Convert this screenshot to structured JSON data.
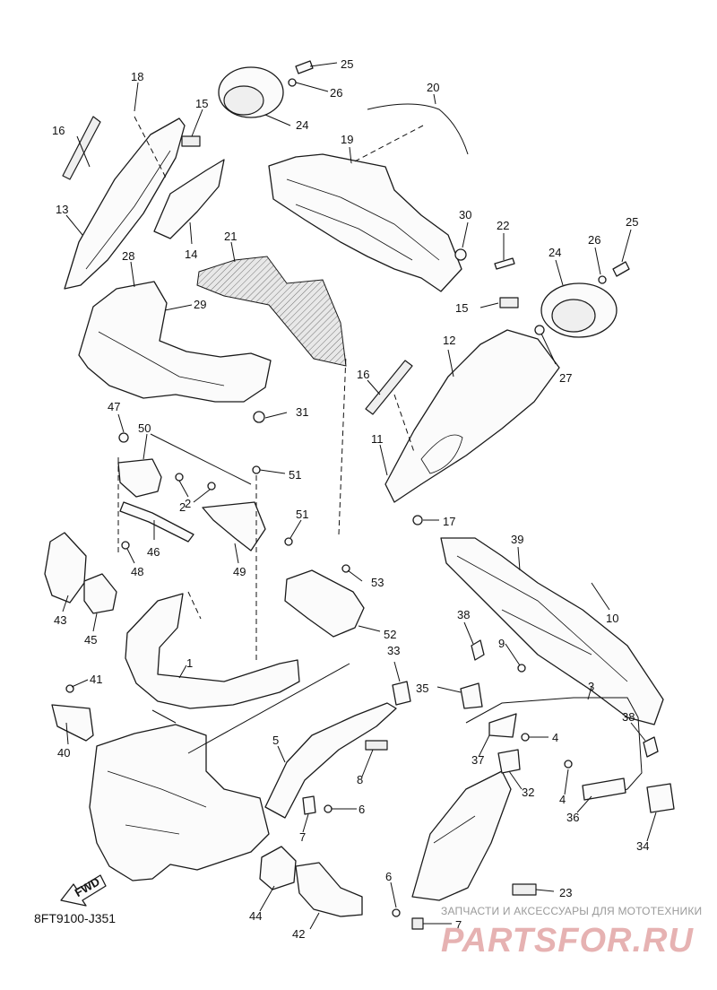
{
  "diagram": {
    "drawing_code": "8FT9100-J351",
    "fwd_label": "FWD",
    "watermark_line1": "ЗАПЧАСТИ И АКСЕССУАРЫ ДЛЯ МОТОТЕХНИКИ",
    "watermark_logo": "PARTSFOR.RU"
  },
  "callouts": [
    {
      "id": "c1",
      "text": "1"
    },
    {
      "id": "c2a",
      "text": "2"
    },
    {
      "id": "c2b",
      "text": "2"
    },
    {
      "id": "c3",
      "text": "3"
    },
    {
      "id": "c4a",
      "text": "4"
    },
    {
      "id": "c4b",
      "text": "4"
    },
    {
      "id": "c5",
      "text": "5"
    },
    {
      "id": "c6a",
      "text": "6"
    },
    {
      "id": "c6b",
      "text": "6"
    },
    {
      "id": "c7a",
      "text": "7"
    },
    {
      "id": "c7b",
      "text": "7"
    },
    {
      "id": "c8",
      "text": "8"
    },
    {
      "id": "c9",
      "text": "9"
    },
    {
      "id": "c10",
      "text": "10"
    },
    {
      "id": "c11",
      "text": "11"
    },
    {
      "id": "c12",
      "text": "12"
    },
    {
      "id": "c13",
      "text": "13"
    },
    {
      "id": "c14",
      "text": "14"
    },
    {
      "id": "c15a",
      "text": "15"
    },
    {
      "id": "c15b",
      "text": "15"
    },
    {
      "id": "c16a",
      "text": "16"
    },
    {
      "id": "c16b",
      "text": "16"
    },
    {
      "id": "c17",
      "text": "17"
    },
    {
      "id": "c18",
      "text": "18"
    },
    {
      "id": "c19",
      "text": "19"
    },
    {
      "id": "c20",
      "text": "20"
    },
    {
      "id": "c21",
      "text": "21"
    },
    {
      "id": "c22",
      "text": "22"
    },
    {
      "id": "c23",
      "text": "23"
    },
    {
      "id": "c24a",
      "text": "24"
    },
    {
      "id": "c24b",
      "text": "24"
    },
    {
      "id": "c25a",
      "text": "25"
    },
    {
      "id": "c25b",
      "text": "25"
    },
    {
      "id": "c26a",
      "text": "26"
    },
    {
      "id": "c26b",
      "text": "26"
    },
    {
      "id": "c27",
      "text": "27"
    },
    {
      "id": "c28",
      "text": "28"
    },
    {
      "id": "c29",
      "text": "29"
    },
    {
      "id": "c30",
      "text": "30"
    },
    {
      "id": "c31",
      "text": "31"
    },
    {
      "id": "c32",
      "text": "32"
    },
    {
      "id": "c33",
      "text": "33"
    },
    {
      "id": "c34",
      "text": "34"
    },
    {
      "id": "c35",
      "text": "35"
    },
    {
      "id": "c36",
      "text": "36"
    },
    {
      "id": "c37",
      "text": "37"
    },
    {
      "id": "c38a",
      "text": "38"
    },
    {
      "id": "c38b",
      "text": "38"
    },
    {
      "id": "c39",
      "text": "39"
    },
    {
      "id": "c40",
      "text": "40"
    },
    {
      "id": "c41",
      "text": "41"
    },
    {
      "id": "c42",
      "text": "42"
    },
    {
      "id": "c43",
      "text": "43"
    },
    {
      "id": "c44",
      "text": "44"
    },
    {
      "id": "c45",
      "text": "45"
    },
    {
      "id": "c46",
      "text": "46"
    },
    {
      "id": "c47",
      "text": "47"
    },
    {
      "id": "c48",
      "text": "48"
    },
    {
      "id": "c49",
      "text": "49"
    },
    {
      "id": "c50",
      "text": "50"
    },
    {
      "id": "c51a",
      "text": "51"
    },
    {
      "id": "c51b",
      "text": "51"
    },
    {
      "id": "c52",
      "text": "52"
    },
    {
      "id": "c53",
      "text": "53"
    }
  ]
}
